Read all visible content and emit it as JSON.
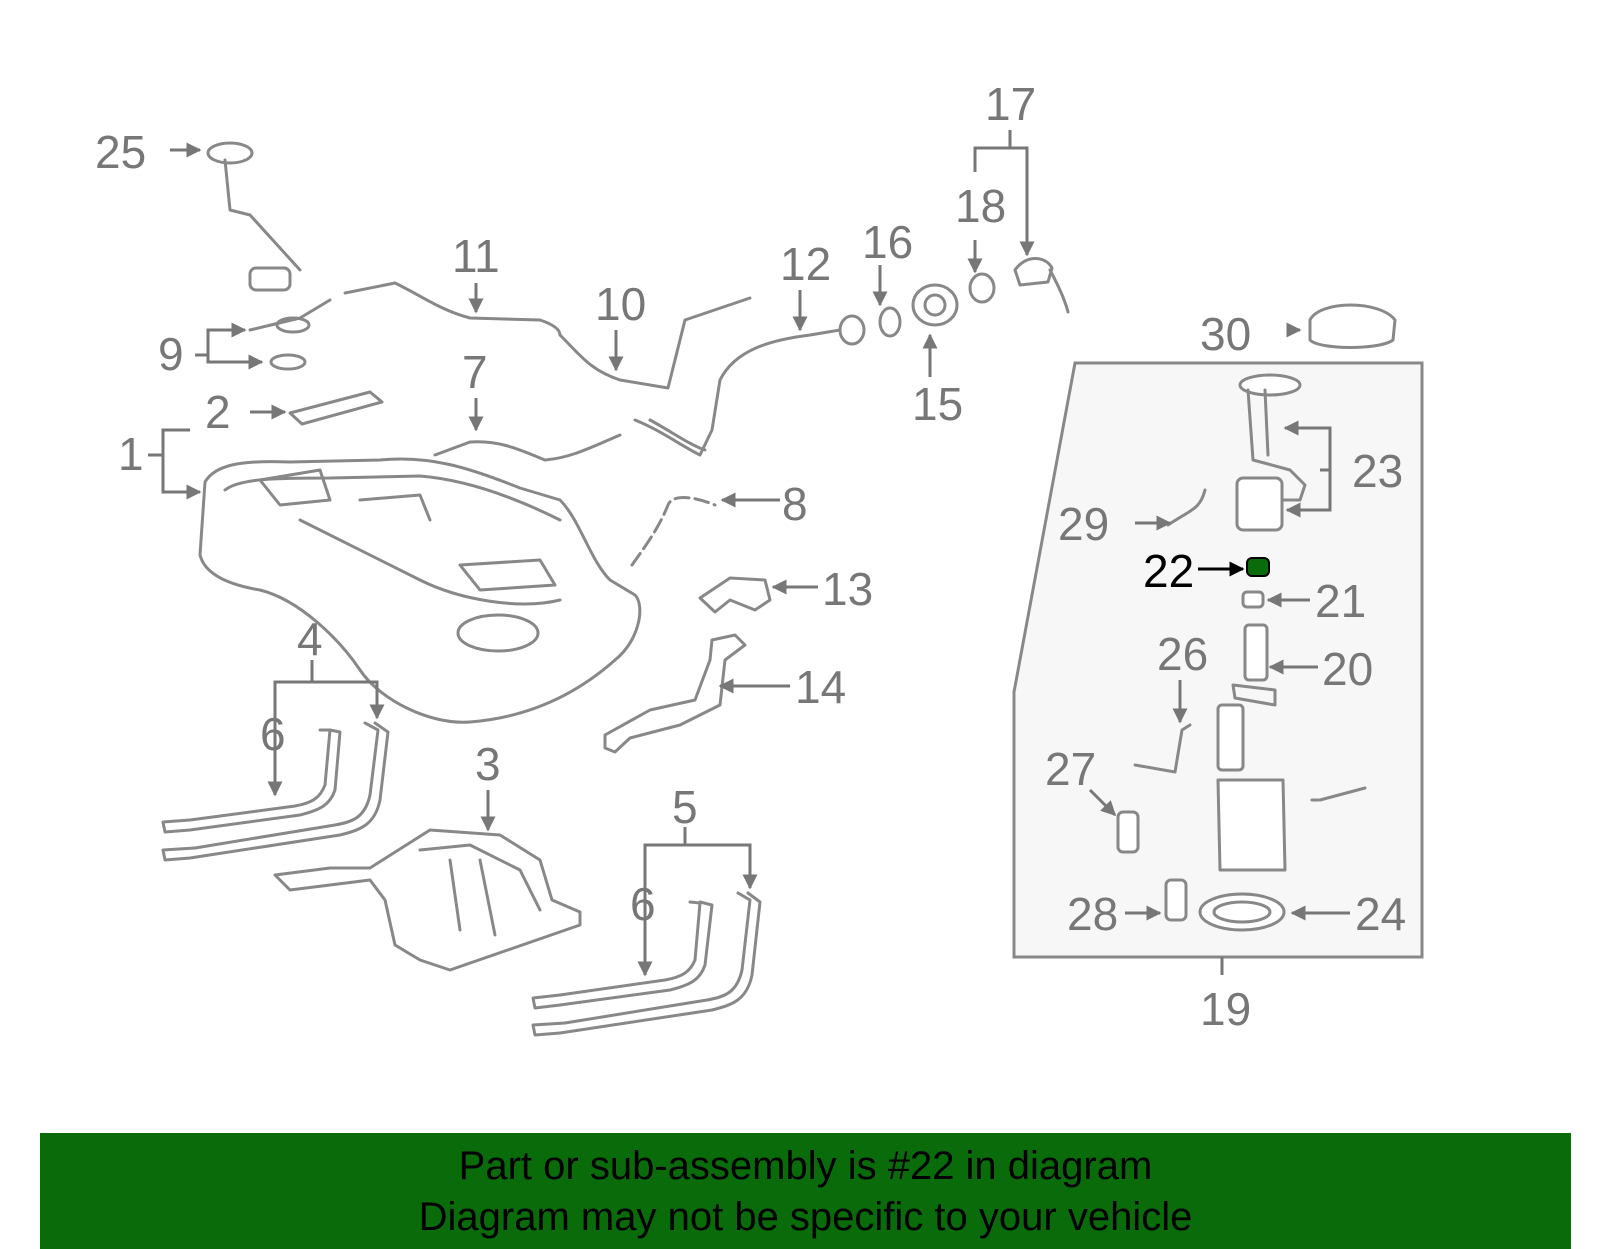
{
  "diagram": {
    "highlight_color": "#0a6b0a",
    "line_color": "#888888",
    "callouts": [
      {
        "id": "c1",
        "text": "1"
      },
      {
        "id": "c2",
        "text": "2"
      },
      {
        "id": "c3",
        "text": "3"
      },
      {
        "id": "c4",
        "text": "4"
      },
      {
        "id": "c5",
        "text": "5"
      },
      {
        "id": "c6a",
        "text": "6"
      },
      {
        "id": "c6b",
        "text": "6"
      },
      {
        "id": "c7",
        "text": "7"
      },
      {
        "id": "c8",
        "text": "8"
      },
      {
        "id": "c9",
        "text": "9"
      },
      {
        "id": "c10",
        "text": "10"
      },
      {
        "id": "c11",
        "text": "11"
      },
      {
        "id": "c12",
        "text": "12"
      },
      {
        "id": "c13",
        "text": "13"
      },
      {
        "id": "c14",
        "text": "14"
      },
      {
        "id": "c15",
        "text": "15"
      },
      {
        "id": "c16",
        "text": "16"
      },
      {
        "id": "c17",
        "text": "17"
      },
      {
        "id": "c18",
        "text": "18"
      },
      {
        "id": "c19",
        "text": "19"
      },
      {
        "id": "c20",
        "text": "20"
      },
      {
        "id": "c21",
        "text": "21"
      },
      {
        "id": "c22",
        "text": "22"
      },
      {
        "id": "c23",
        "text": "23"
      },
      {
        "id": "c24",
        "text": "24"
      },
      {
        "id": "c25",
        "text": "25"
      },
      {
        "id": "c26",
        "text": "26"
      },
      {
        "id": "c27",
        "text": "27"
      },
      {
        "id": "c28",
        "text": "28"
      },
      {
        "id": "c29",
        "text": "29"
      },
      {
        "id": "c30",
        "text": "30"
      }
    ]
  },
  "banner": {
    "line1": "Part or sub-assembly is #22 in diagram",
    "line2": "Diagram may not be specific to your vehicle",
    "background": "#0a6b0a"
  }
}
